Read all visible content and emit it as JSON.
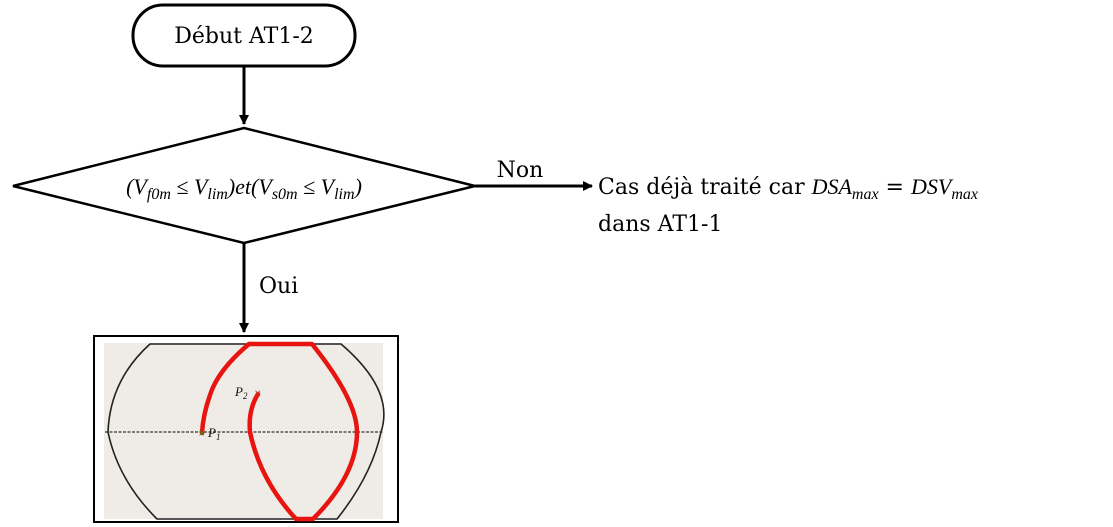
{
  "start_label": "Début AT1-2",
  "condition": {
    "lhs1": "(V",
    "sub1": "f0m",
    "op1": " ≤ V",
    "sub2": "lim",
    "mid": ")et(V",
    "sub3": "s0m",
    "op2": " ≤ V",
    "sub4": "lim",
    "end": ")"
  },
  "no_label": "Non",
  "yes_label": "Oui",
  "result": {
    "line1_text": "Cas déjà traité car ",
    "dsa": "DSA",
    "dsa_sub": "max",
    "eq": " = ",
    "dsv": "DSV",
    "dsv_sub": "max",
    "line2": "dans AT1-1"
  },
  "figure": {
    "p1_label": "P",
    "p1_sub": "1",
    "p2_label": "P",
    "p2_sub": "2",
    "curve_color": "#e8140f",
    "p1_color": "#1aa51a",
    "p2_color": "#c0392b"
  }
}
